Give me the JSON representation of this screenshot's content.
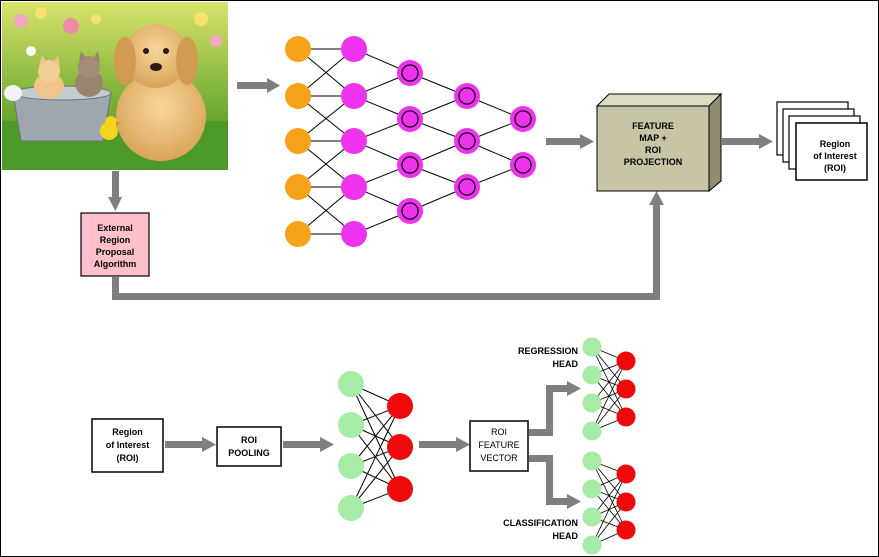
{
  "photo": {
    "description_icon": "puppy-and-kittens-photo"
  },
  "external_region": {
    "lines": [
      "External",
      "Region",
      "Proposal",
      "Algorithm"
    ]
  },
  "feature_map": {
    "lines": [
      "FEATURE",
      "MAP +",
      "ROI",
      "PROJECTION"
    ]
  },
  "roi_stack": {
    "lines": [
      "Region",
      "of Interest",
      "(ROI)"
    ]
  },
  "roi_input": {
    "lines": [
      "Region",
      "of Interest",
      "(ROI)"
    ]
  },
  "roi_pooling": {
    "lines": [
      "ROI",
      "POOLING"
    ]
  },
  "roi_feature_vector": {
    "lines": [
      "ROI",
      "FEATURE",
      "VECTOR"
    ]
  },
  "regression_head": {
    "lines": [
      "REGRESSION",
      "HEAD"
    ]
  },
  "classification_head": {
    "lines": [
      "CLASSIFICATION",
      "HEAD"
    ]
  },
  "colors": {
    "orange": "#F8A21A",
    "magenta": "#EE33EE",
    "green": "#A6EBA6",
    "red": "#EE0A0A",
    "arrow": "#7F7F7F",
    "pink": "#FFC0CB",
    "box_olive": "#C7C5A5"
  }
}
